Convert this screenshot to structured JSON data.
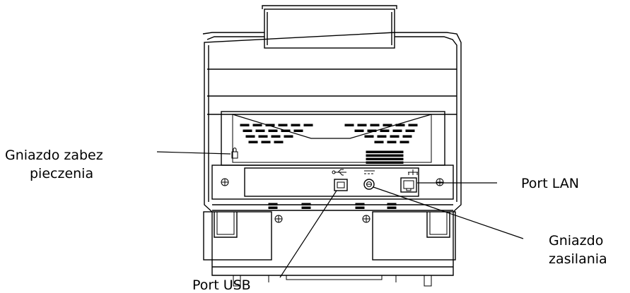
{
  "diagram": {
    "subject": "scanner-rear-panel",
    "labels": {
      "security_slot_line1": "Gniazdo zabez",
      "security_slot_line2": "pieczenia",
      "lan": "Port LAN",
      "power_line1": "Gniazdo",
      "power_line2": "zasilania",
      "usb": "Port USB"
    },
    "icons": [
      "lock-icon",
      "usb-icon",
      "power-icon",
      "network-icon"
    ],
    "colors": {
      "line": "#000000",
      "background": "#ffffff"
    }
  }
}
